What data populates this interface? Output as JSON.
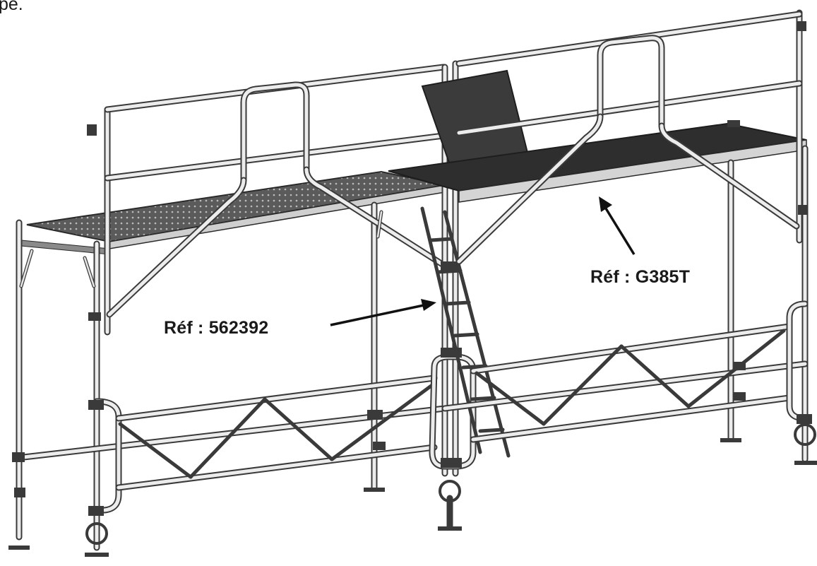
{
  "header_fragment": "pe.",
  "callouts": {
    "left": {
      "label": "Réf : 562392"
    },
    "right": {
      "label": "Réf : G385T"
    }
  },
  "colors": {
    "tube_outline": "#3a3a3a",
    "tube_fill": "#ececec",
    "deck_dark": "#2e2e2e",
    "deck_perforated": "#5b5b5b",
    "label_text": "#1a1a1a"
  }
}
